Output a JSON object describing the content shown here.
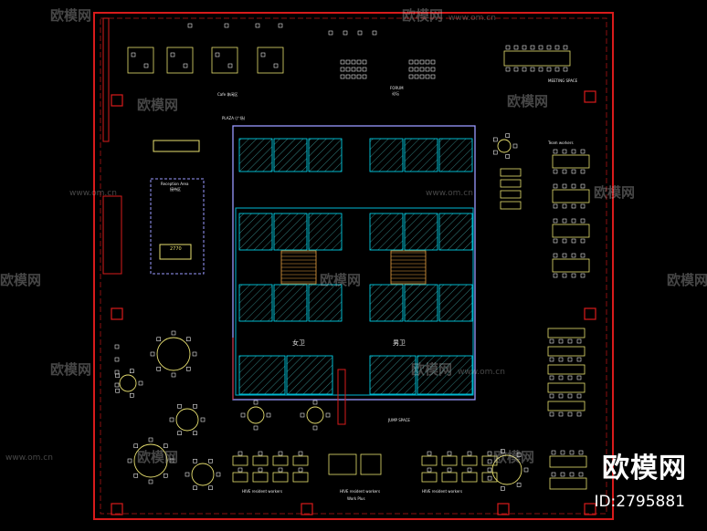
{
  "watermark": {
    "brand": "欧模网",
    "url": "www.om.cn"
  },
  "badge": {
    "brand": "欧模网",
    "id": "ID:2795881"
  },
  "labels": {
    "wc_female": "女卫",
    "wc_male": "男卫",
    "plaza": "PLAZA (广场)",
    "reception": "Reception Area",
    "reception_cn": "接待区",
    "forum": "FORUM",
    "forum_cn": "论坛",
    "cafe": "Cafe 休闲区",
    "jump_space": "JUMP SPACE",
    "work_plus": "Work Plus",
    "team_workers": "Team workers",
    "meeting_space": "MEETING SPACE",
    "dim_2770": "2770",
    "residents_left": "HIVE resident workers",
    "residents_mid": "HIVE resident workers",
    "residents_right": "HIVE resident workers"
  },
  "colors": {
    "wall": "#d81b1b",
    "furniture": "#e8e070",
    "core": "#00e5ff",
    "outline": "#9a9aff",
    "hatch": "#3fa0a0",
    "white": "#eaeaea"
  }
}
